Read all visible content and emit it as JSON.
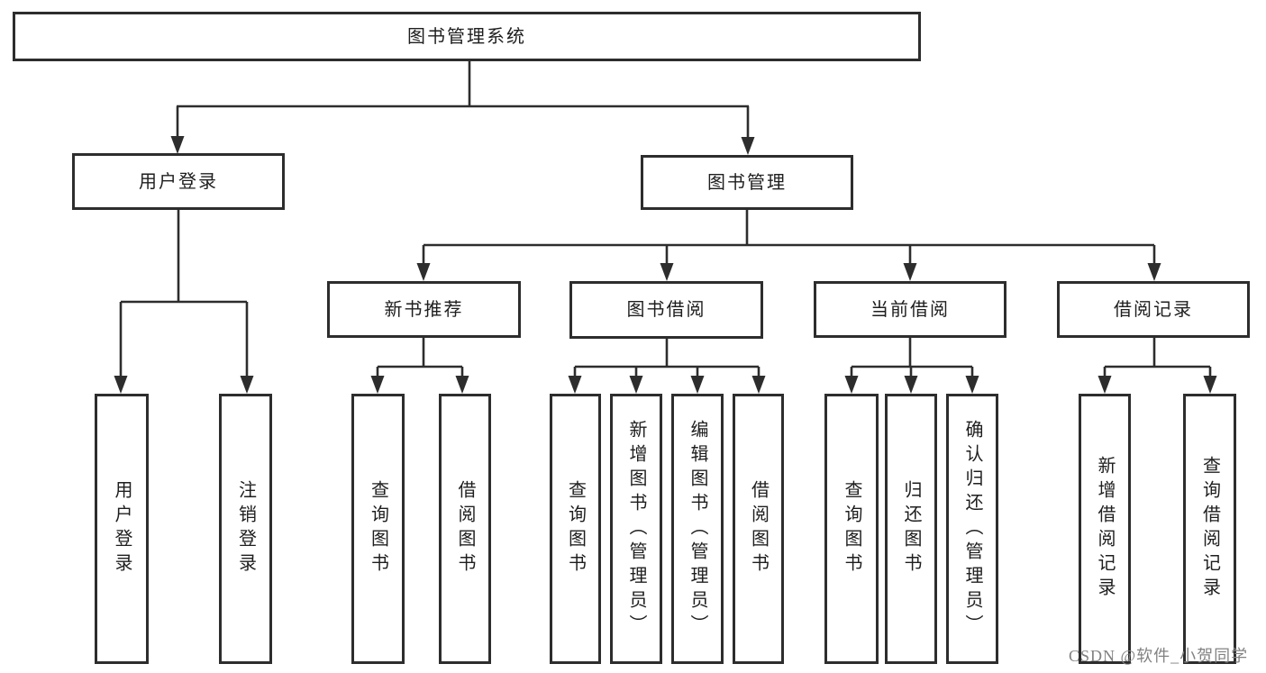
{
  "diagram": {
    "root": {
      "id": "root",
      "label": "图书管理系统"
    },
    "level1": [
      {
        "id": "user-login",
        "label": "用户登录",
        "children": [
          {
            "id": "ul-user-login",
            "label": "用户登录"
          },
          {
            "id": "ul-logout",
            "label": "注销登录"
          }
        ]
      },
      {
        "id": "book-management",
        "label": "图书管理",
        "children": [
          {
            "id": "new-book-recommend",
            "label": "新书推荐",
            "children": [
              {
                "id": "nbr-query-books",
                "label": "查询图书"
              },
              {
                "id": "nbr-borrow-books",
                "label": "借阅图书"
              }
            ]
          },
          {
            "id": "book-borrowing",
            "label": "图书借阅",
            "children": [
              {
                "id": "bb-query-books",
                "label": "查询图书"
              },
              {
                "id": "bb-add-books-admin",
                "label": "新增图书（管理员）"
              },
              {
                "id": "bb-edit-books-admin",
                "label": "编辑图书（管理员）"
              },
              {
                "id": "bb-borrow-books",
                "label": "借阅图书"
              }
            ]
          },
          {
            "id": "current-borrowing",
            "label": "当前借阅",
            "children": [
              {
                "id": "cb-query-books",
                "label": "查询图书"
              },
              {
                "id": "cb-return-books",
                "label": "归还图书"
              },
              {
                "id": "cb-confirm-return-admin",
                "label": "确认归还（管理员）"
              }
            ]
          },
          {
            "id": "borrowing-records",
            "label": "借阅记录",
            "children": [
              {
                "id": "br-add-borrow-record",
                "label": "新增借阅记录"
              },
              {
                "id": "br-query-borrow-record",
                "label": "查询借阅记录"
              }
            ]
          }
        ]
      }
    ]
  },
  "watermark": {
    "text": "CSDN @软件_小贺同学"
  },
  "colors": {
    "line": "#2d2d2d",
    "box_border": "#2d2d2d",
    "text": "#1e1e1e",
    "watermark": "#828282",
    "background": "#ffffff"
  }
}
